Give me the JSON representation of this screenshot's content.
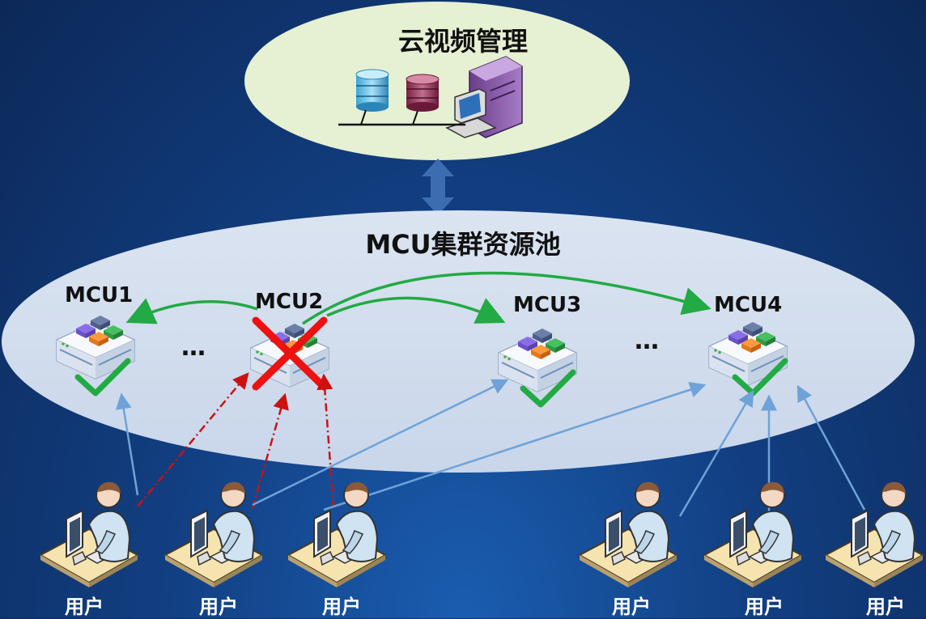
{
  "cloud": {
    "title": "云视频管理"
  },
  "pool": {
    "title": "MCU集群资源池"
  },
  "mcus": [
    {
      "label": "MCU1",
      "status": "ok"
    },
    {
      "label": "MCU2",
      "status": "failed"
    },
    {
      "label": "MCU3",
      "status": "ok"
    },
    {
      "label": "MCU4",
      "status": "ok"
    }
  ],
  "ellipsis": "…",
  "users": [
    {
      "label": "用户"
    },
    {
      "label": "用户"
    },
    {
      "label": "用户"
    },
    {
      "label": "用户"
    },
    {
      "label": "用户"
    },
    {
      "label": "用户"
    }
  ],
  "colors": {
    "cloud_fill": "#e6f0d2",
    "pool_fill": "#d5dfee",
    "migration_arrow": "#22aa44",
    "failed_link": "#cc1111",
    "user_link": "#6fa3d8",
    "failed_mark": "#ee1111",
    "ok_mark": "#22aa44",
    "double_arrow": "#3c6db0"
  }
}
